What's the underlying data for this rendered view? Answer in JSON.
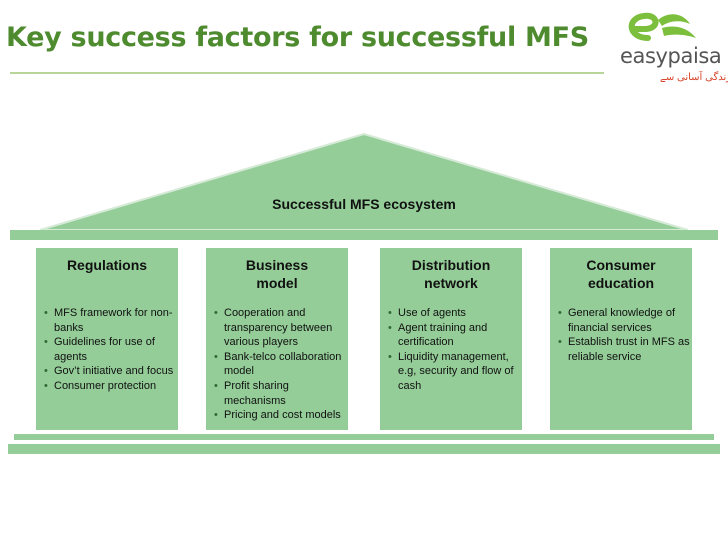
{
  "title": "Key success factors for successful MFS",
  "logo": {
    "brand": "easypaisa",
    "tagline": "بدلے زندگی آسانی سے"
  },
  "colors": {
    "title": "#4e8b2f",
    "pillar_fill": "#94cd98",
    "roof_fill": "#94cd98",
    "roof_stroke": "#d6ead8",
    "logo_green": "#7bbf3c",
    "logo_text": "#555555"
  },
  "roof": {
    "label": "Successful MFS ecosystem"
  },
  "pillars": [
    {
      "title_lines": [
        "Regulations"
      ],
      "items": [
        "MFS framework for non-banks",
        "Guidelines for use of agents",
        "Gov’t initiative and focus",
        "Consumer protection"
      ]
    },
    {
      "title_lines": [
        "Business",
        "model"
      ],
      "items": [
        "Cooperation  and transparency between various players",
        "Bank-telco collaboration model",
        "Profit sharing mechanisms",
        "Pricing and cost models"
      ]
    },
    {
      "title_lines": [
        "Distribution",
        "network"
      ],
      "items": [
        "Use of agents",
        "Agent training and certification",
        "Liquidity management, e.g, security and flow of cash"
      ]
    },
    {
      "title_lines": [
        "Consumer",
        "education"
      ],
      "items": [
        "General knowledge of financial services",
        "Establish trust in MFS as reliable service"
      ]
    }
  ]
}
